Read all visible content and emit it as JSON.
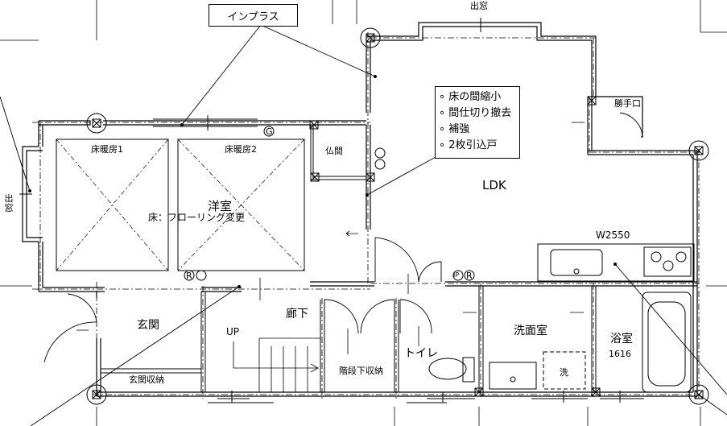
{
  "callout_label": "インプラス",
  "note": {
    "items": [
      "床の間縮小",
      "間仕切り撤去",
      "補強",
      "2枚引込戸"
    ]
  },
  "window_top": "出窓",
  "window_left": "出窓",
  "rooms": {
    "heated_floor_1": "床暖房1",
    "heated_floor_2": "床暖房2",
    "western_room": "洋室",
    "floor_change": "床：フローリング変更",
    "butsuma": "仏間",
    "ldk": "LDK",
    "kitchen_width": "W2550",
    "back_door": "勝手口",
    "entrance": "玄関",
    "entrance_storage": "玄関収納",
    "hallway": "廊下",
    "up": "UP",
    "under_stair_storage": "階段下収納",
    "toilet": "トイレ",
    "washroom": "洗面室",
    "washer": "洗",
    "bathroom": "浴室",
    "bath_size": "1616"
  },
  "symbols": {
    "gas": "G",
    "r": "R",
    "ip": "IP"
  }
}
